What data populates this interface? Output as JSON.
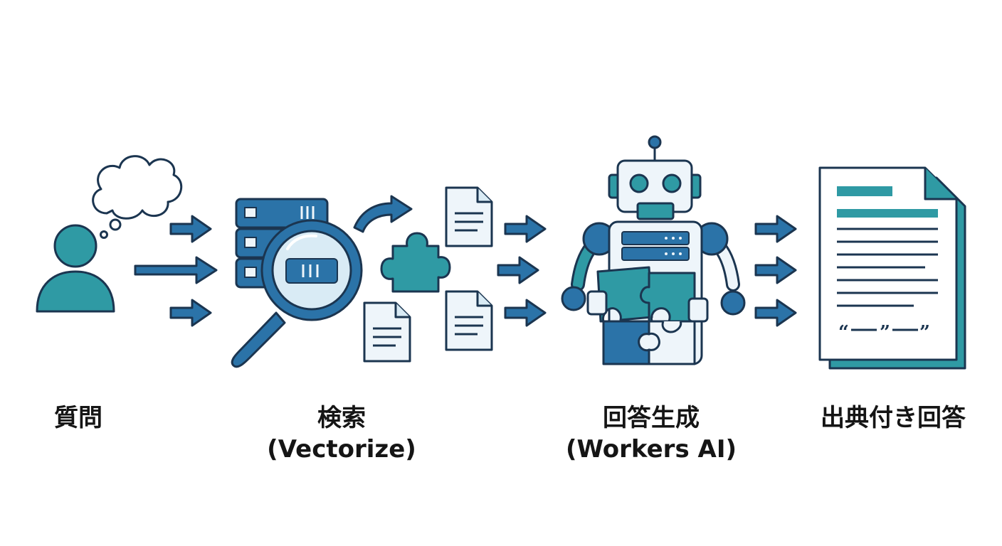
{
  "colors": {
    "outline": "#1b3550",
    "blue": "#2b73a8",
    "light_blue": "#d9ebf5",
    "pale": "#eef5fa",
    "teal": "#2f9aa4",
    "white": "#ffffff"
  },
  "steps": [
    {
      "id": "question",
      "label": "質問",
      "icon": "user-thinking-icon"
    },
    {
      "id": "search",
      "label": "検索",
      "sublabel": "(Vectorize)",
      "icon": "database-search-icon"
    },
    {
      "id": "generate",
      "label": "回答生成",
      "sublabel": "(Workers AI)",
      "icon": "robot-puzzle-icon"
    },
    {
      "id": "answer",
      "label": "出典付き回答",
      "icon": "cited-document-icon"
    }
  ],
  "quote_marks": {
    "open": "“",
    "close": "”"
  }
}
